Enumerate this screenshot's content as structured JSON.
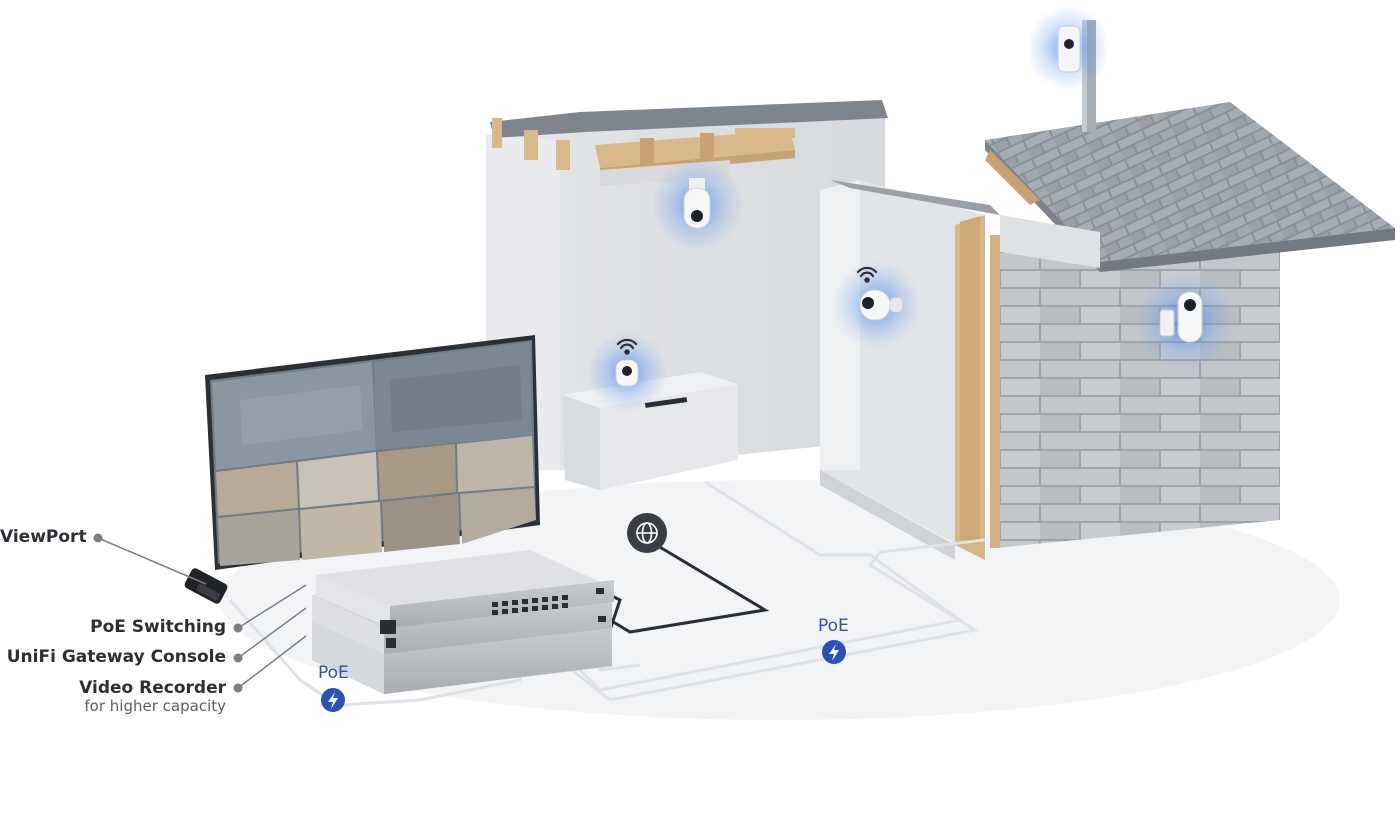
{
  "labels": {
    "viewport": "ViewPort",
    "poe_switching": "PoE Switching",
    "gateway_console": "UniFi Gateway Console",
    "video_recorder": "Video Recorder",
    "video_recorder_sub": "for higher capacity"
  },
  "poe": {
    "left": "PoE",
    "right": "PoE"
  },
  "colors": {
    "accent": "#2a52b5",
    "camera_glow": "#3a7cf0",
    "label_text": "#2b2f33",
    "leader_line": "#7a7f86"
  },
  "icons": {
    "internet": "globe-icon",
    "poe": "lightning-bolt-icon",
    "wireless": "wifi-icon"
  }
}
